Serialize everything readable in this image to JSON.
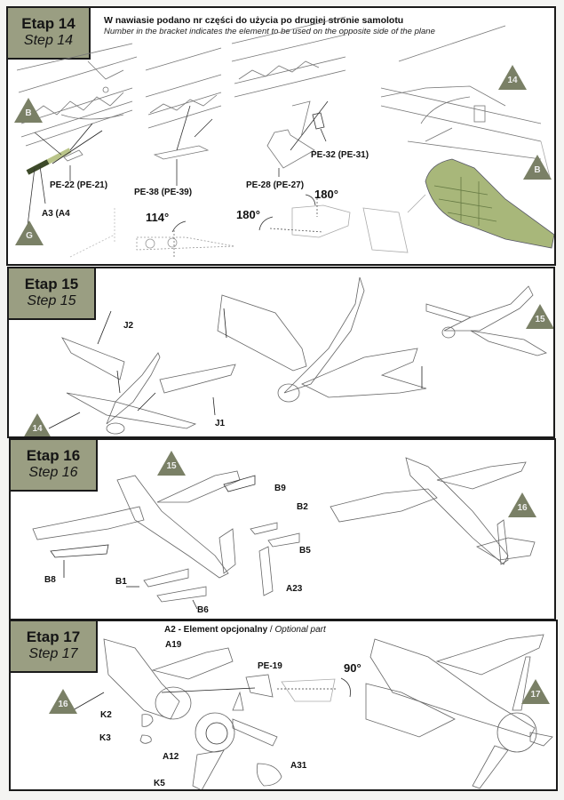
{
  "colors": {
    "header_bg": "#9a9e82",
    "badge": "#7a8066",
    "highlight_part": "#a8b77a",
    "border": "#1a1a1a"
  },
  "steps": [
    {
      "pl": "Etap 14",
      "en": "Step 14",
      "note_pl": "W nawiasie podano nr części do użycia po drugiej stronie samolotu",
      "note_en": "Number in the bracket indicates the element to be used on the opposite side of the plane",
      "badges": [
        "B",
        "G",
        "14",
        "B"
      ],
      "labels": [
        "PE-22 (PE-21)",
        "A3 (A4",
        "PE-38 (PE-39)",
        "PE-28 (PE-27)",
        "PE-32 (PE-31)"
      ],
      "angles": [
        "114°",
        "180°",
        "180°"
      ]
    },
    {
      "pl": "Etap 15",
      "en": "Step 15",
      "badges": [
        "14",
        "15"
      ],
      "labels": [
        "J2",
        "J1"
      ]
    },
    {
      "pl": "Etap 16",
      "en": "Step 16",
      "badges": [
        "15",
        "16"
      ],
      "labels": [
        "B9",
        "B2",
        "B5",
        "B8",
        "B1",
        "B6",
        "A23"
      ]
    },
    {
      "pl": "Etap 17",
      "en": "Step 17",
      "badges": [
        "16",
        "17"
      ],
      "optional_part": "A2",
      "optional_pl": "- Element opcjonalny",
      "optional_sep": " / ",
      "optional_en": "Optional part",
      "labels": [
        "A19",
        "PE-19",
        "K2",
        "K3",
        "A12",
        "A31",
        "K5"
      ],
      "angles": [
        "90°"
      ]
    }
  ]
}
